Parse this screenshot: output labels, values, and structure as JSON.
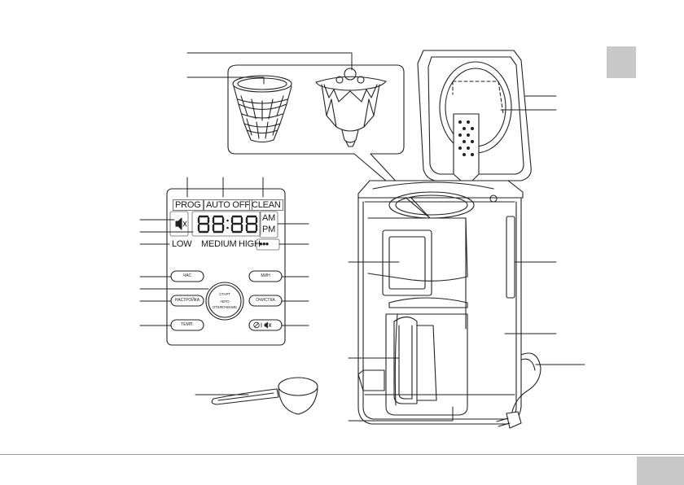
{
  "display": {
    "prog": "PROG",
    "auto_off": "AUTO OFF",
    "clean": "CLEAN",
    "time": "88:88",
    "am": "AM",
    "pm": "PM",
    "low": "LOW",
    "medium": "MEDIUM",
    "high": "HIGH",
    "strength_dots": "●●●"
  },
  "buttons": {
    "hour": "ЧАС",
    "minute": "МИН",
    "setup": "НАСТРОЙКА",
    "cleaning": "ОЧИСТКА",
    "strength": "ТЕМП.",
    "start_line1": "СТАРТ",
    "start_line2": "АВТО",
    "start_line3": "ОТКЛЮЧЕНИЕ"
  },
  "icons": {
    "mute": "speaker-mute-icon",
    "dot_mute": "no-sign-speaker-icon"
  },
  "colors": {
    "tab_gray": "#c8c8c8",
    "line": "#222222"
  }
}
